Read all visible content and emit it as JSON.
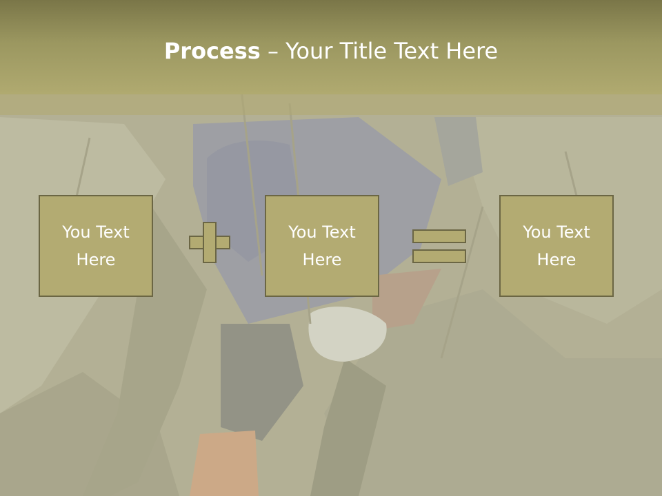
{
  "title": {
    "bold": "Process",
    "rest": " – Your Title Text Here"
  },
  "boxes": [
    {
      "text": "You Text\nHere"
    },
    {
      "text": "You Text\nHere"
    },
    {
      "text": "You Text\nHere"
    }
  ],
  "operators": [
    "plus-icon",
    "equals-icon"
  ],
  "colors": {
    "box_fill": "#b3ab72",
    "box_border": "#6b6644",
    "title_bar": "#9b9760",
    "text": "#ffffff"
  }
}
